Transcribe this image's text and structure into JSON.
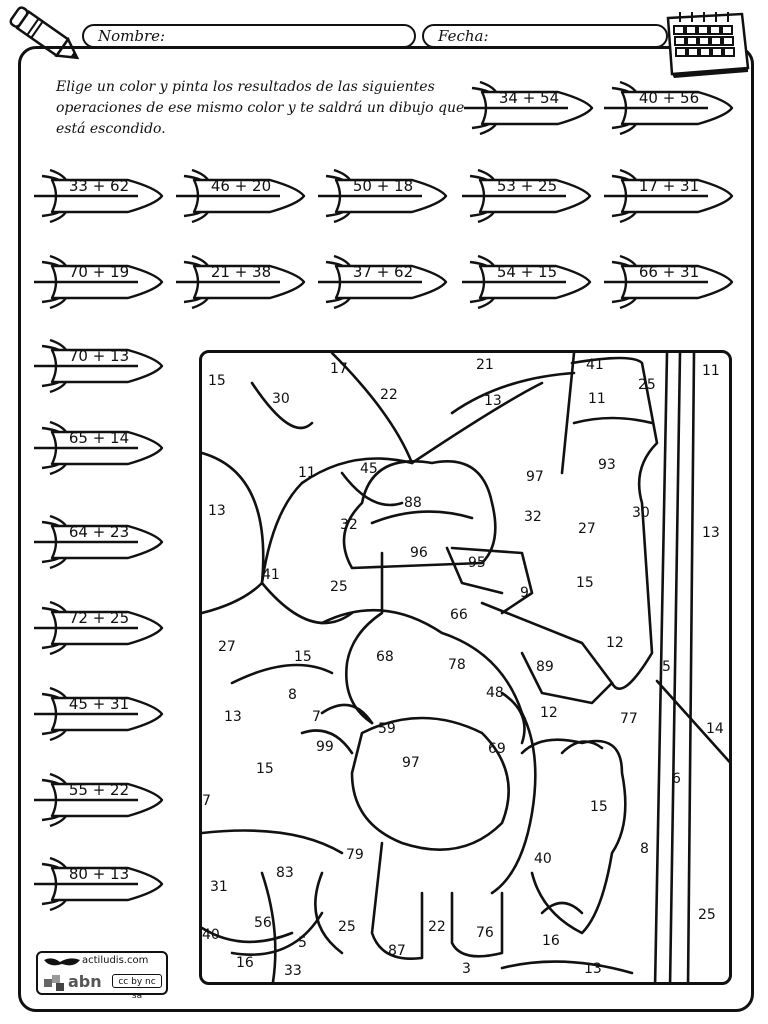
{
  "header": {
    "name_label": "Nombre:",
    "date_label": "Fecha:"
  },
  "instructions": "Elige un color y pinta los resultados de las siguientes operaciones de ese mismo color y te saldrá un dibujo que está escondido.",
  "operations": [
    "34 + 54",
    "40 + 56",
    "33 + 62",
    "46 + 20",
    "50 + 18",
    "53 + 25",
    "17 + 31",
    "70 + 19",
    "21 + 38",
    "37 + 62",
    "54 + 15",
    "66 + 31",
    "70 + 13",
    "65 + 14",
    "64 + 23",
    "72 + 25",
    "45 + 31",
    "55 + 22",
    "80 + 13"
  ],
  "picture_numbers": [
    "15",
    "17",
    "21",
    "41",
    "30",
    "22",
    "25",
    "11",
    "13",
    "11",
    "93",
    "45",
    "97",
    "88",
    "11",
    "13",
    "32",
    "32",
    "27",
    "30",
    "13",
    "96",
    "95",
    "41",
    "25",
    "15",
    "9",
    "66",
    "27",
    "68",
    "78",
    "89",
    "12",
    "5",
    "15",
    "8",
    "48",
    "12",
    "77",
    "14",
    "13",
    "7",
    "59",
    "99",
    "69",
    "97",
    "15",
    "6",
    "15",
    "7",
    "79",
    "8",
    "40",
    "83",
    "31",
    "56",
    "25",
    "22",
    "76",
    "16",
    "40",
    "5",
    "87",
    "33",
    "16",
    "3",
    "13",
    "25"
  ],
  "footer": {
    "site": "actiludis.com",
    "brand": "abn",
    "license": "cc by nc sa"
  },
  "icons": [
    "pencil-icon",
    "calendar-icon",
    "rocket-icon"
  ]
}
